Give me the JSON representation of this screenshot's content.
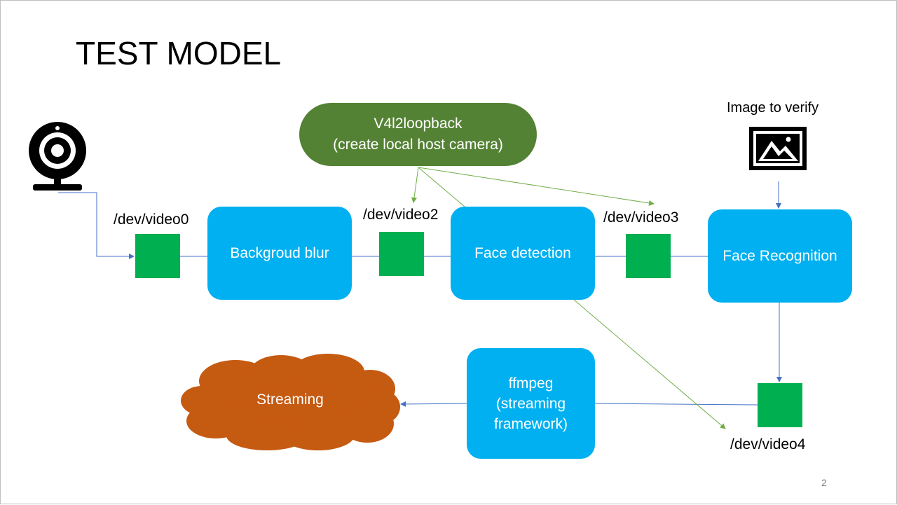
{
  "slide": {
    "title": "TEST MODEL",
    "page_number": "2"
  },
  "nodes": {
    "loopback": "V4l2loopback\n(create local host camera)",
    "blur": "Backgroud blur",
    "face_detection": "Face detection",
    "face_recognition": "Face Recognition",
    "ffmpeg": "ffmpeg\n(streaming\nframework)",
    "streaming": "Streaming",
    "image_to_verify": "Image to verify"
  },
  "devices": {
    "video0": "/dev/video0",
    "video2": "/dev/video2",
    "video3": "/dev/video3",
    "video4": "/dev/video4"
  },
  "colors": {
    "process_box": "#00b0f0",
    "device_square": "#00b050",
    "loopback": "#548235",
    "cloud": "#c55a11",
    "blue_line": "#4472c4",
    "green_line": "#70ad47"
  },
  "icons": {
    "camera": "webcam-icon",
    "image": "image-icon"
  }
}
